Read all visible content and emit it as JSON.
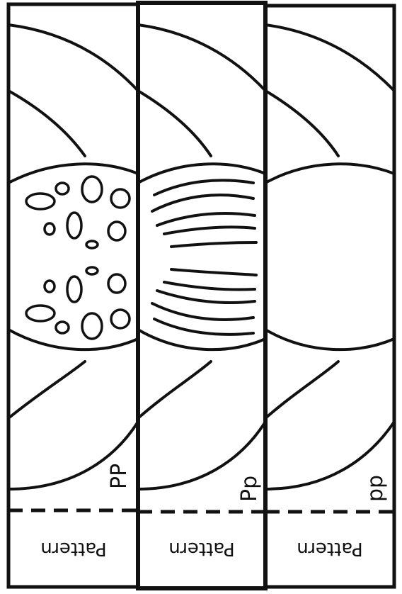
{
  "strips": [
    {
      "genotype": "PP",
      "label": "Pattern",
      "pattern": "spotted"
    },
    {
      "genotype": "Pp",
      "label": "Pattern",
      "pattern": "striped"
    },
    {
      "genotype": "pp",
      "label": "Pattern",
      "pattern": "plain"
    }
  ],
  "colors": {
    "ink": "#111111",
    "paper": "#ffffff"
  }
}
